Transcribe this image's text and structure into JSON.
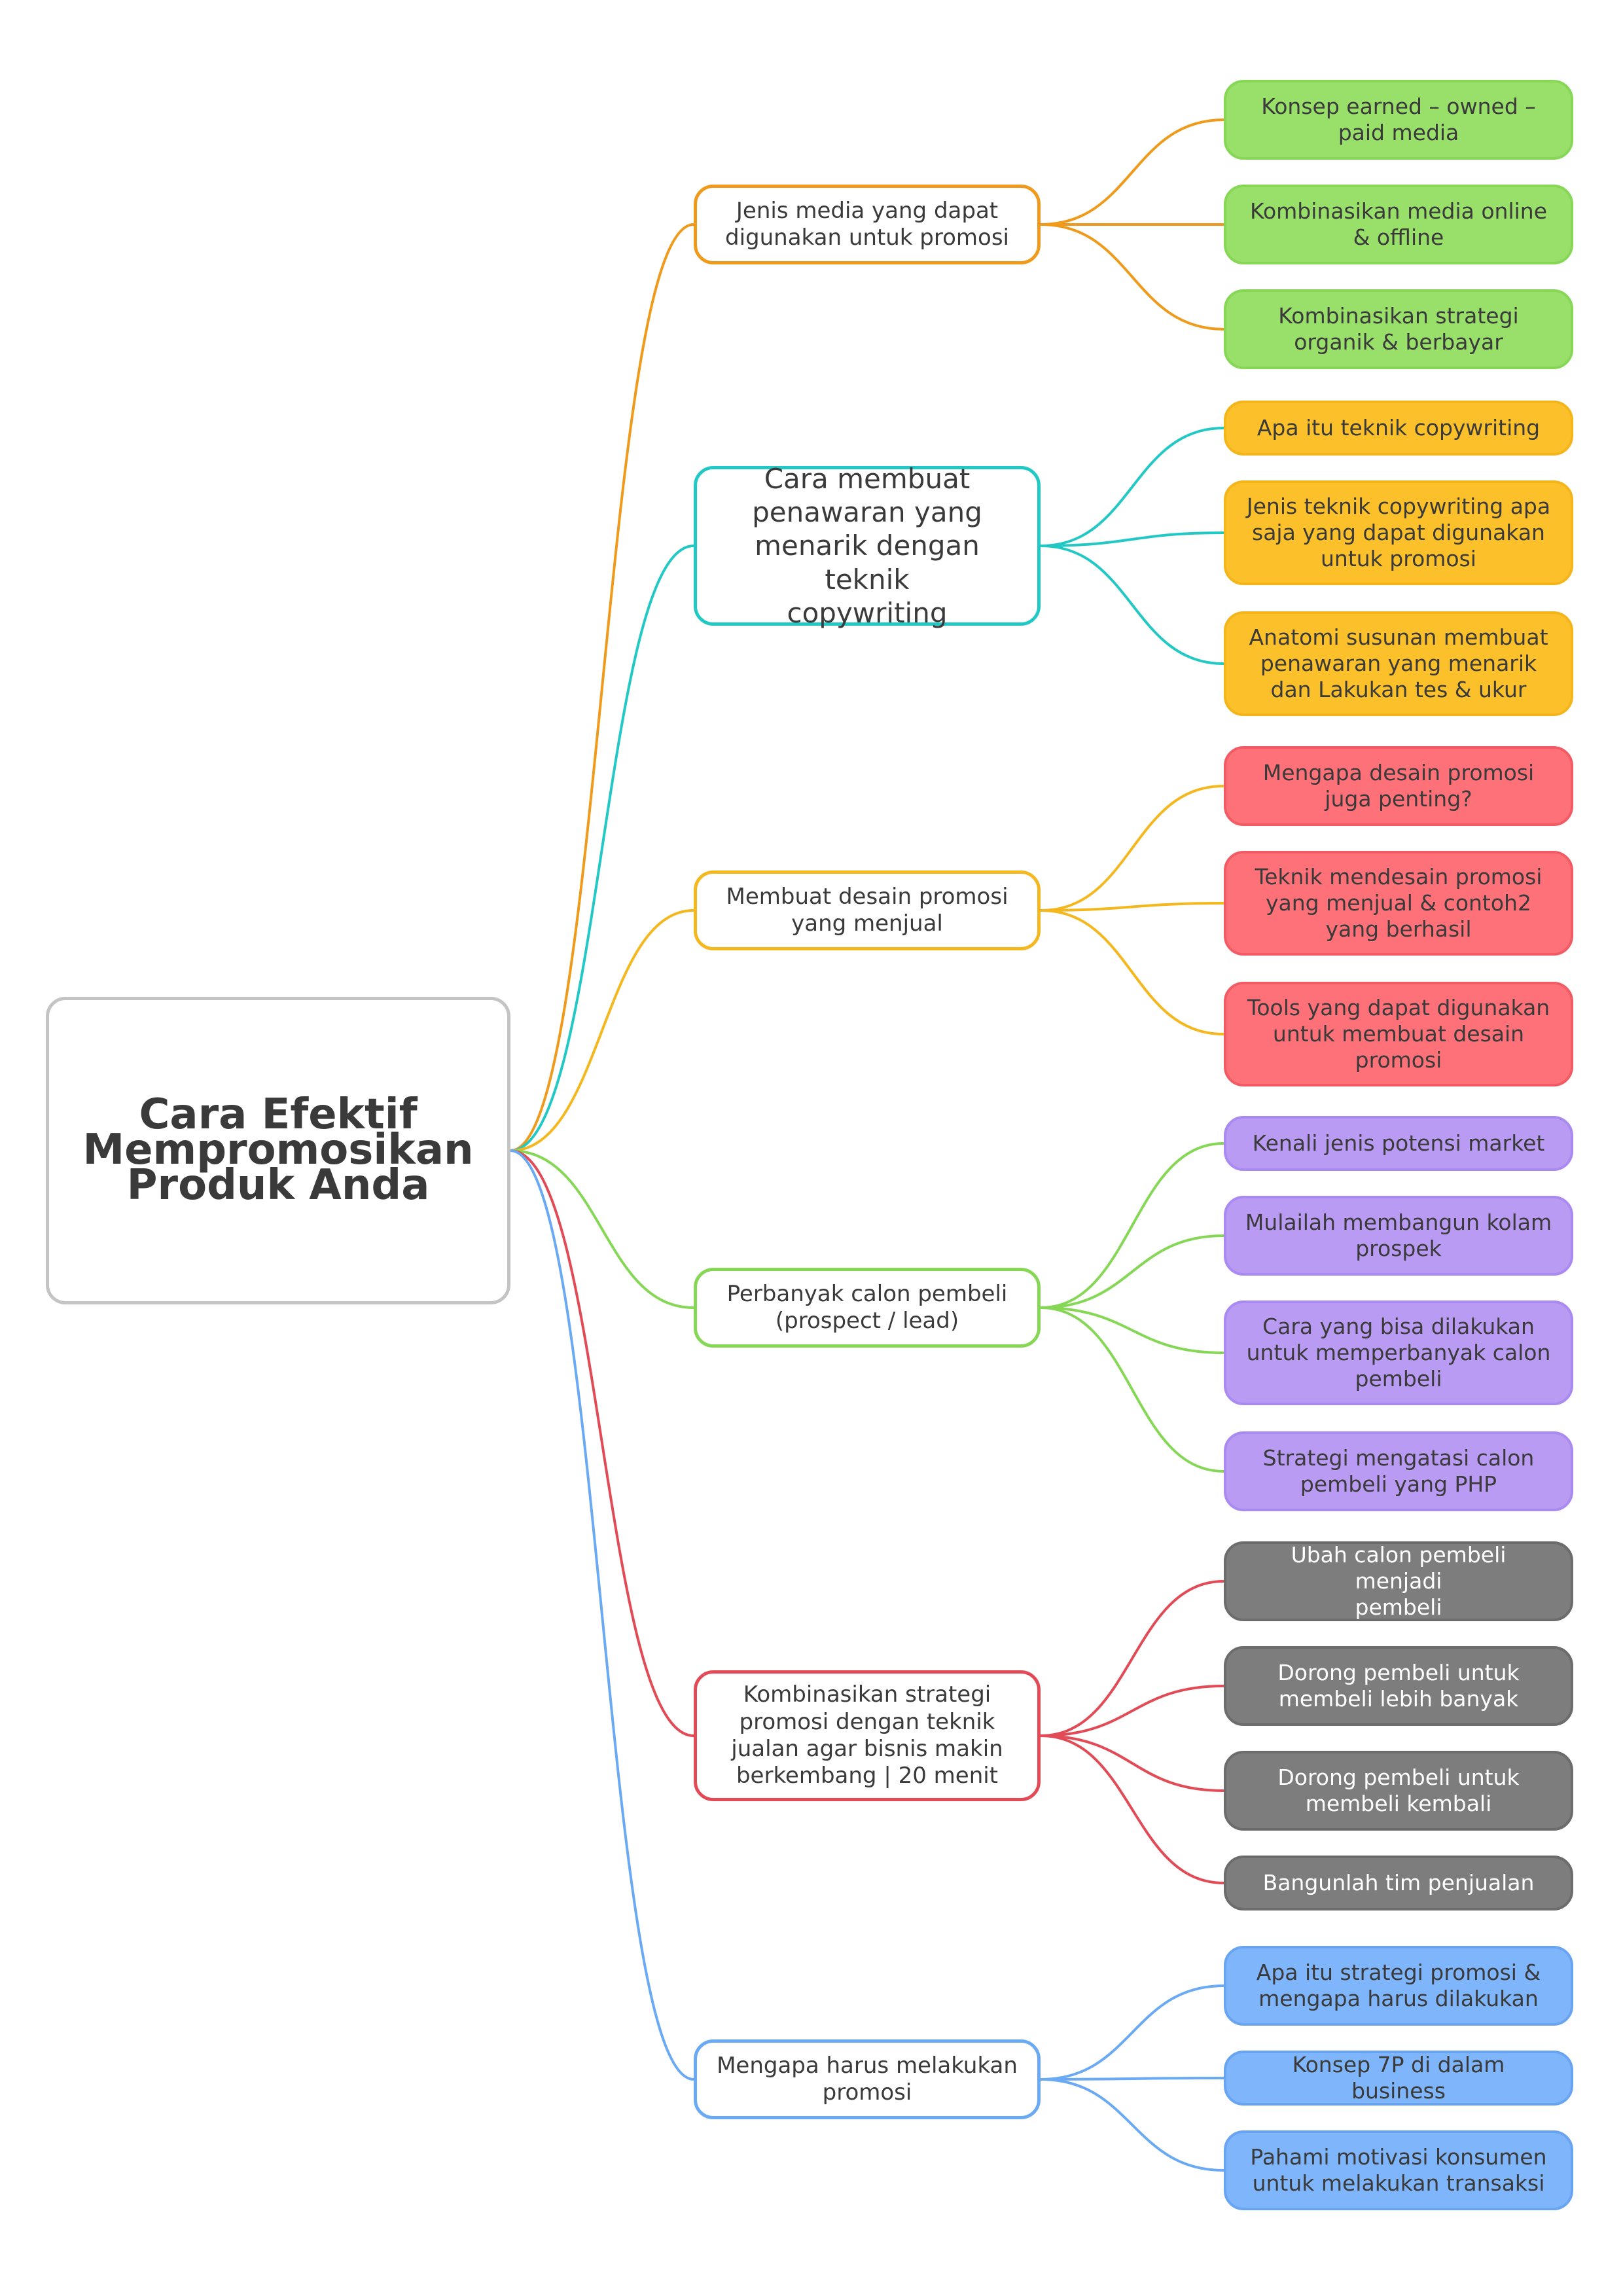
{
  "root": {
    "title": "Cara Efektif\nMempromosikan\nProduk Anda"
  },
  "branches": [
    {
      "label": "Jenis media yang dapat\ndigunakan untuk promosi",
      "color": "#ef9a1b",
      "leaf_color": "#98e06a",
      "leaf_border": "#86d756",
      "leaves": [
        "Konsep earned – owned –\npaid media",
        "Kombinasikan media online\n& offline",
        "Kombinasikan strategi\norganik & berbayar"
      ]
    },
    {
      "label": "Cara membuat\npenawaran yang\nmenarik dengan teknik\ncopywriting",
      "color": "#22c9c4",
      "leaf_color": "#fcc12a",
      "leaf_border": "#f4b51b",
      "leaves": [
        "Apa itu teknik copywriting",
        "Jenis teknik copywriting apa\nsaja yang dapat digunakan\nuntuk promosi",
        "Anatomi susunan membuat\npenawaran yang menarik\ndan Lakukan tes & ukur"
      ]
    },
    {
      "label": "Membuat desain promosi\nyang menjual",
      "color": "#f4b81e",
      "leaf_color": "#ff7178",
      "leaf_border": "#f25b63",
      "leaves": [
        "Mengapa desain promosi\njuga penting?",
        "Teknik mendesain promosi\nyang menjual & contoh2\nyang berhasil",
        "Tools yang dapat digunakan\nuntuk membuat desain\npromosi"
      ]
    },
    {
      "label": "Perbanyak calon pembeli\n(prospect / lead)",
      "color": "#86d756",
      "leaf_color": "#b99bf4",
      "leaf_border": "#a98af0",
      "leaves": [
        "Kenali jenis potensi market",
        "Mulailah membangun kolam\nprospek",
        "Cara yang bisa dilakukan\nuntuk memperbanyak calon\npembeli",
        "Strategi mengatasi calon\npembeli yang PHP"
      ]
    },
    {
      "label": "Kombinasikan strategi\npromosi dengan teknik\njualan agar bisnis makin\nberkembang | 20 menit",
      "color": "#e24b56",
      "leaf_color": "#7d7d7d",
      "leaf_border": "#6c6c6c",
      "leaves": [
        "Ubah calon pembeli menjadi\npembeli",
        "Dorong pembeli untuk\nmembeli lebih banyak",
        "Dorong pembeli untuk\nmembeli kembali",
        "Bangunlah tim penjualan"
      ]
    },
    {
      "label": "Mengapa harus melakukan\npromosi",
      "color": "#6aa9f3",
      "leaf_color": "#7fb6fb",
      "leaf_border": "#68a4f2",
      "leaves": [
        "Apa itu strategi promosi &\nmengapa harus dilakukan",
        "Konsep 7P di dalam business",
        "Pahami motivasi konsumen\nuntuk melakukan transaksi"
      ]
    }
  ]
}
